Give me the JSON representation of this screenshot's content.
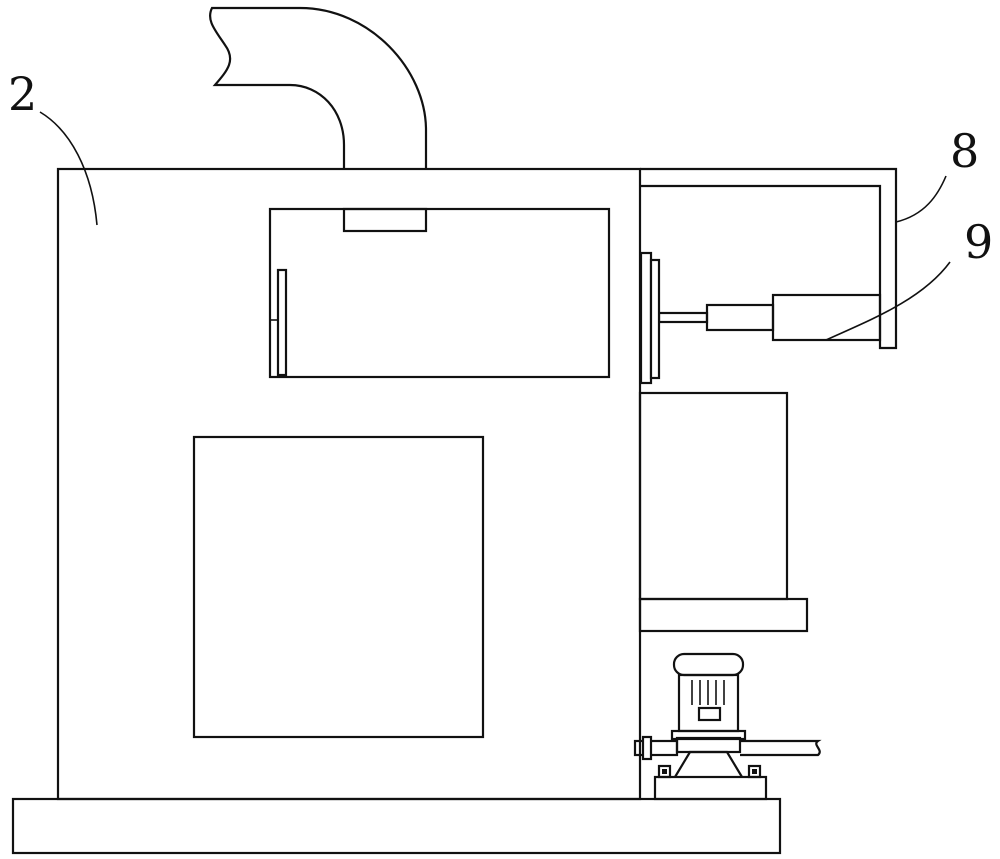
{
  "figure": {
    "callouts": [
      {
        "id": "2",
        "text": "2"
      },
      {
        "id": "8",
        "text": "8"
      },
      {
        "id": "9",
        "text": "9"
      }
    ]
  }
}
